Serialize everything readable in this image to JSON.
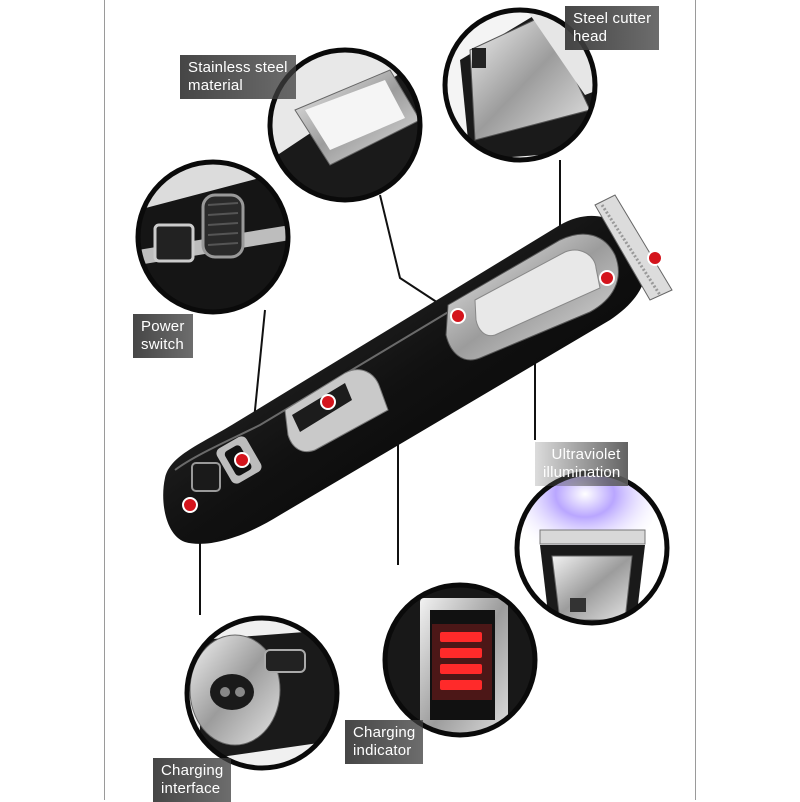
{
  "callouts": {
    "steel_cutter_head": "Steel cutter\nhead",
    "stainless_steel_material": "Stainless steel\nmaterial",
    "power_switch": "Power\nswitch",
    "ultraviolet_illumination": "Ultraviolet\nillumination",
    "charging_indicator": "Charging\nindicator",
    "charging_interface": "Charging\ninterface"
  },
  "colors": {
    "body": "#1a1a1a",
    "chrome": "#cfcfcf",
    "marker": "#d4141c",
    "label_bg": "#3c3c3c",
    "uv_light": "#9a7bff",
    "indicator_red": "#ff2a2a"
  }
}
